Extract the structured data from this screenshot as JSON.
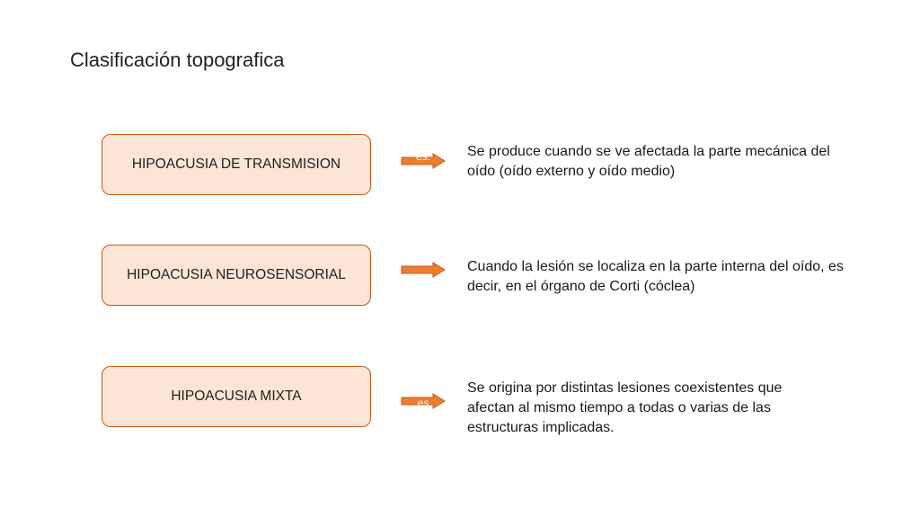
{
  "title": "Clasificación topografica",
  "rows": [
    {
      "label": "HIPOACUSIA DE TRANSMISION",
      "arrow_text": "es:",
      "description": "Se produce cuando se ve afectada la parte mecánica del oído (oído externo y oído medio)"
    },
    {
      "label": "HIPOACUSIA NEUROSENSORIAL",
      "arrow_text": "",
      "description": "Cuando la lesión se localiza en la parte interna del oído, es decir, en el órgano de Corti (cóclea)"
    },
    {
      "label": "HIPOACUSIA MIXTA",
      "arrow_text": "es",
      "description": "Se origina por distintas lesiones coexistentes que afectan al mismo tiempo a todas o varias de las estructuras implicadas."
    }
  ],
  "colors": {
    "box_fill": "#fbe5d6",
    "box_border": "#c55a11",
    "arrow_fill": "#ed7d31",
    "arrow_border": "#c55a11"
  }
}
